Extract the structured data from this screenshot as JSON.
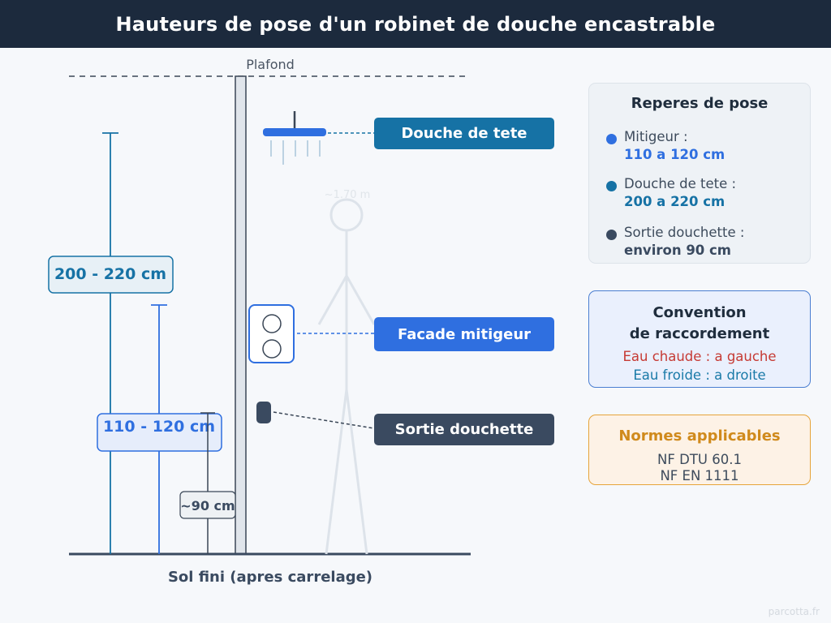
{
  "title": "Hauteurs de pose d'un robinet de douche encastrable",
  "diagram": {
    "ceiling_label": "Plafond",
    "floor_label": "Sol fini (apres carrelage)",
    "person_height_label": "~1.70 m",
    "dimension_head": "200 - 220 cm",
    "dimension_mixer": "110 - 120 cm",
    "dimension_outlet": "~90 cm",
    "callout_head": "Douche de tete",
    "callout_mixer": "Facade mitigeur",
    "callout_outlet": "Sortie douchette"
  },
  "reperes": {
    "title": "Reperes de pose",
    "items": [
      {
        "label": "Mitigeur :",
        "value": "110 a 120 cm",
        "color": "#2f6fe0"
      },
      {
        "label": "Douche de tete :",
        "value": "200 a 220 cm",
        "color": "#1672a5"
      },
      {
        "label": "Sortie douchette :",
        "value": "environ 90 cm",
        "color": "#3a4a60"
      }
    ]
  },
  "convention": {
    "title_line1": "Convention",
    "title_line2": "de raccordement",
    "hot": "Eau chaude : a gauche",
    "cold": "Eau froide : a droite"
  },
  "normes": {
    "title": "Normes applicables",
    "items": [
      "NF DTU 60.1",
      "NF EN 1111"
    ]
  },
  "watermark": "parcotta.fr",
  "colors": {
    "header_bg": "#1c2a3d",
    "head_accent": "#1672a5",
    "mixer_accent": "#2f6fe0",
    "outlet_accent": "#3a4a60",
    "normes_accent": "#d08a1c"
  }
}
